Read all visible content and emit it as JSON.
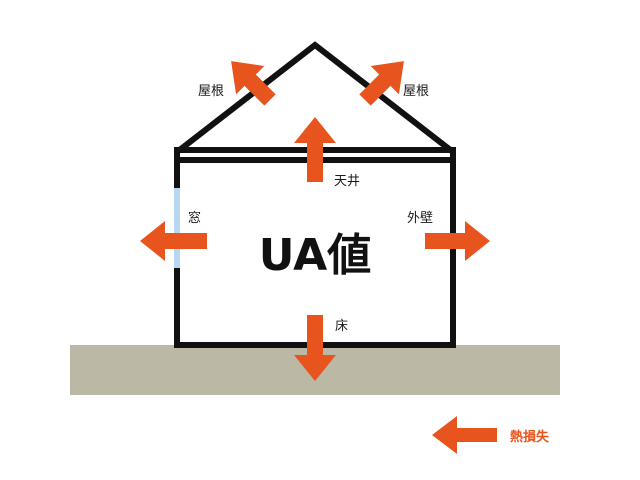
{
  "colors": {
    "arrow": "#e8541e",
    "wall": "#111111",
    "ground": "#bcb8a6",
    "window": "#b9d7f0"
  },
  "labels": {
    "center": "UA値",
    "roof_left": "屋根",
    "roof_right": "屋根",
    "ceiling": "天井",
    "window": "窓",
    "exterior_wall": "外壁",
    "floor": "床",
    "legend": "熱損失"
  }
}
